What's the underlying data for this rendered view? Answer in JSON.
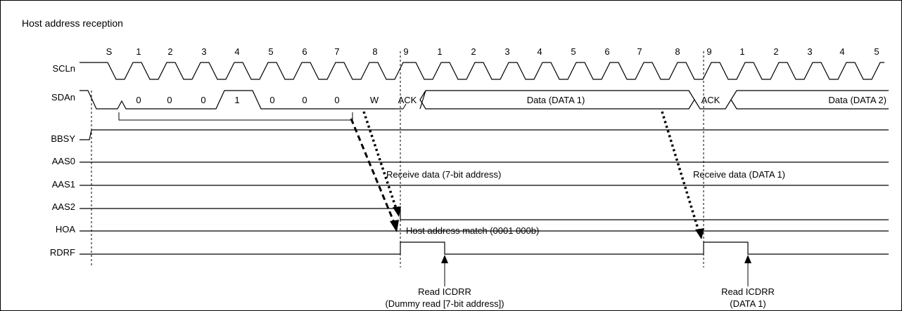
{
  "title": "Host address reception",
  "signals": {
    "scl": "SCLn",
    "sda": "SDAn",
    "bbsy": "BBSY",
    "aas0": "AAS0",
    "aas1": "AAS1",
    "aas2": "AAS2",
    "hoa": "HOA",
    "rdrf": "RDRF"
  },
  "clock_labels": [
    "S",
    "1",
    "2",
    "3",
    "4",
    "5",
    "6",
    "7",
    "8",
    "9",
    "1",
    "2",
    "3",
    "4",
    "5",
    "6",
    "7",
    "8",
    "9",
    "1",
    "2",
    "3",
    "4",
    "5"
  ],
  "address_bits": [
    "0",
    "0",
    "0",
    "1",
    "0",
    "0",
    "0"
  ],
  "sda_labels": {
    "rw": "W",
    "ack1": "ACK",
    "data1": "Data (DATA 1)",
    "ack2": "ACK",
    "data2": "Data (DATA 2)"
  },
  "annotations": {
    "receive_addr": "Receive data (7-bit address)",
    "receive_data1": "Receive data (DATA 1)",
    "host_match": "Host address match (0001 000b)",
    "read1_line1": "Read ICDRR",
    "read1_line2": "(Dummy read [7-bit address])",
    "read2_line1": "Read ICDRR",
    "read2_line2": "(DATA 1)"
  }
}
